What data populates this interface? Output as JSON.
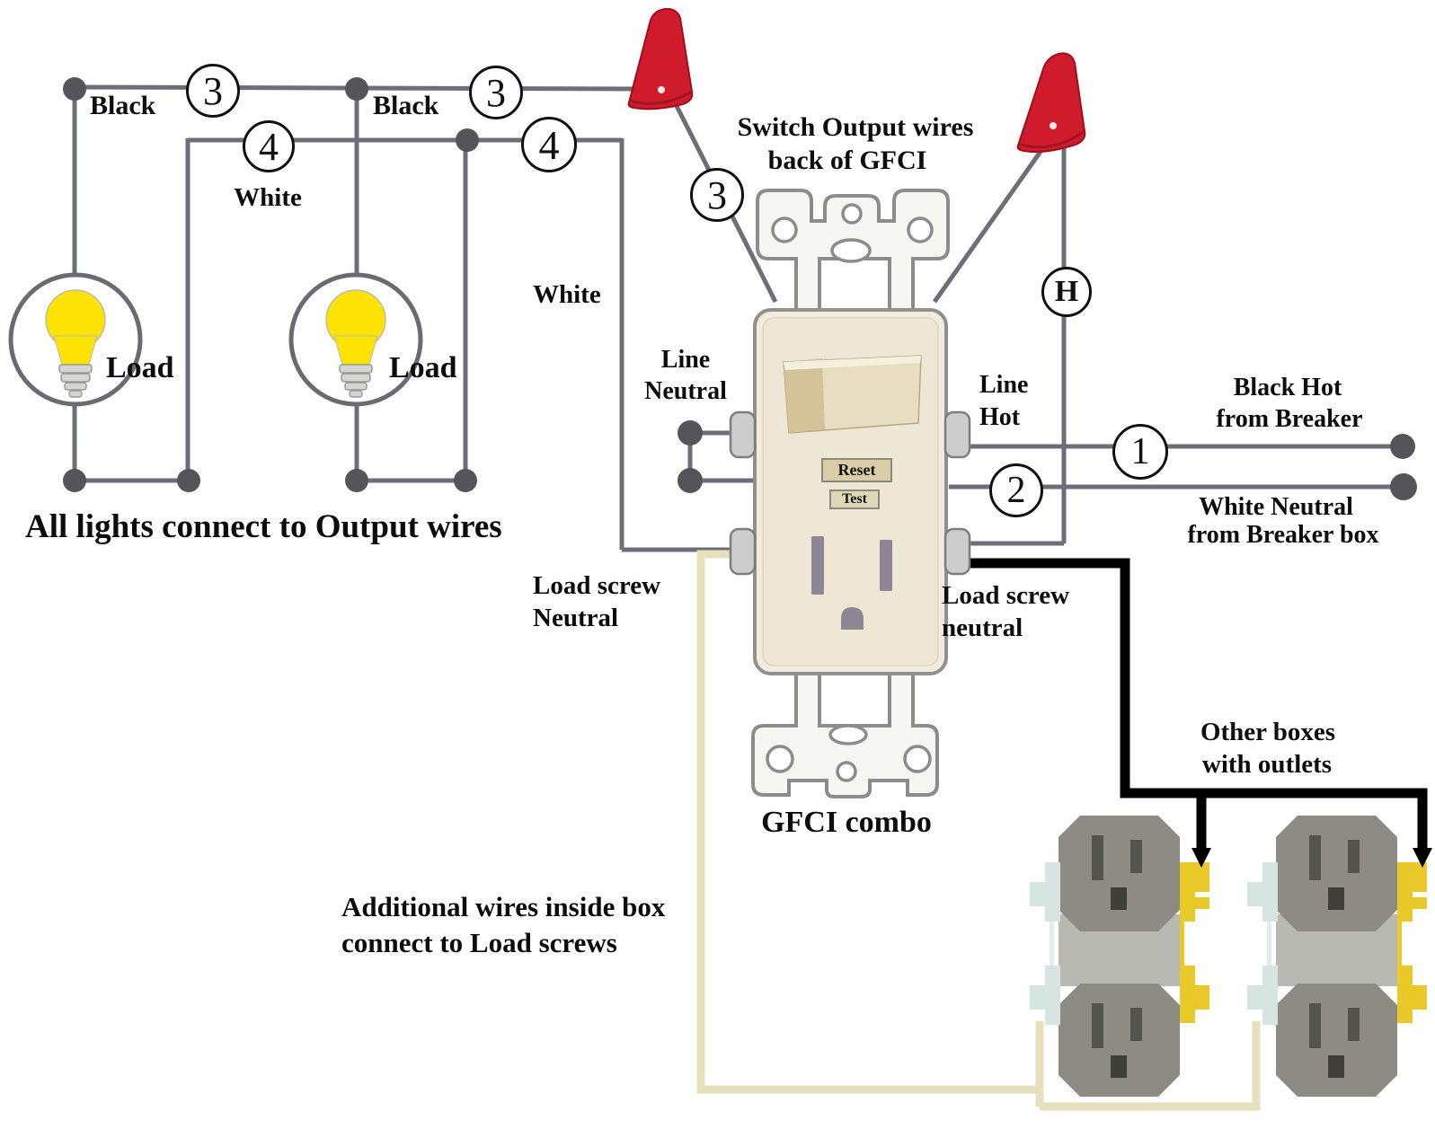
{
  "labels": {
    "light1_hot": "Black",
    "light2_hot": "Black",
    "white_branch1": "White",
    "white_branch2": "White",
    "load1": "Load",
    "load2": "Load",
    "all_lights_caption": "All lights connect to Output wires",
    "switch_output_l1": "Switch Output wires",
    "switch_output_l2": "back of GFCI",
    "line_neutral_l1": "Line",
    "line_neutral_l2": "Neutral",
    "line_hot_l1": "Line",
    "line_hot_l2": "Hot",
    "black_hot_l1": "Black Hot",
    "black_hot_l2": "from Breaker",
    "white_neutral_l1": "White Neutral",
    "white_neutral_l2": "from Breaker box",
    "load_screw_left_l1": "Load screw",
    "load_screw_left_l2": "Neutral",
    "load_screw_right_l1": "Load screw",
    "load_screw_right_l2": "neutral",
    "gfci_combo": "GFCI combo",
    "other_boxes_l1": "Other boxes",
    "other_boxes_l2": "with outlets",
    "additional_l1": "Additional wires inside box",
    "additional_l2": "connect to Load screws"
  },
  "wire_markers": {
    "black_a": "3",
    "black_b": "3",
    "switch_output": "3",
    "white_a": "4",
    "white_b": "4",
    "breaker_hot": "1",
    "breaker_neutral": "2",
    "hot": "H"
  },
  "gfci": {
    "reset_label": "Reset",
    "test_label": "Test"
  },
  "icons": {
    "wire_nut": "wire-nut-icon",
    "light_bulb": "light-bulb-icon",
    "duplex_outlet": "duplex-outlet-icon"
  },
  "colors": {
    "wire_gray": "#6e6e78",
    "hot_black": "#000000",
    "neutral_cream": "#e7e0bf",
    "wire_nut_red": "#cf1b2b",
    "bulb_yellow": "#fce303",
    "brass_terminal": "#e8c929",
    "neutral_terminal": "#d7e5e0",
    "device_cream": "#f2ecdf"
  }
}
